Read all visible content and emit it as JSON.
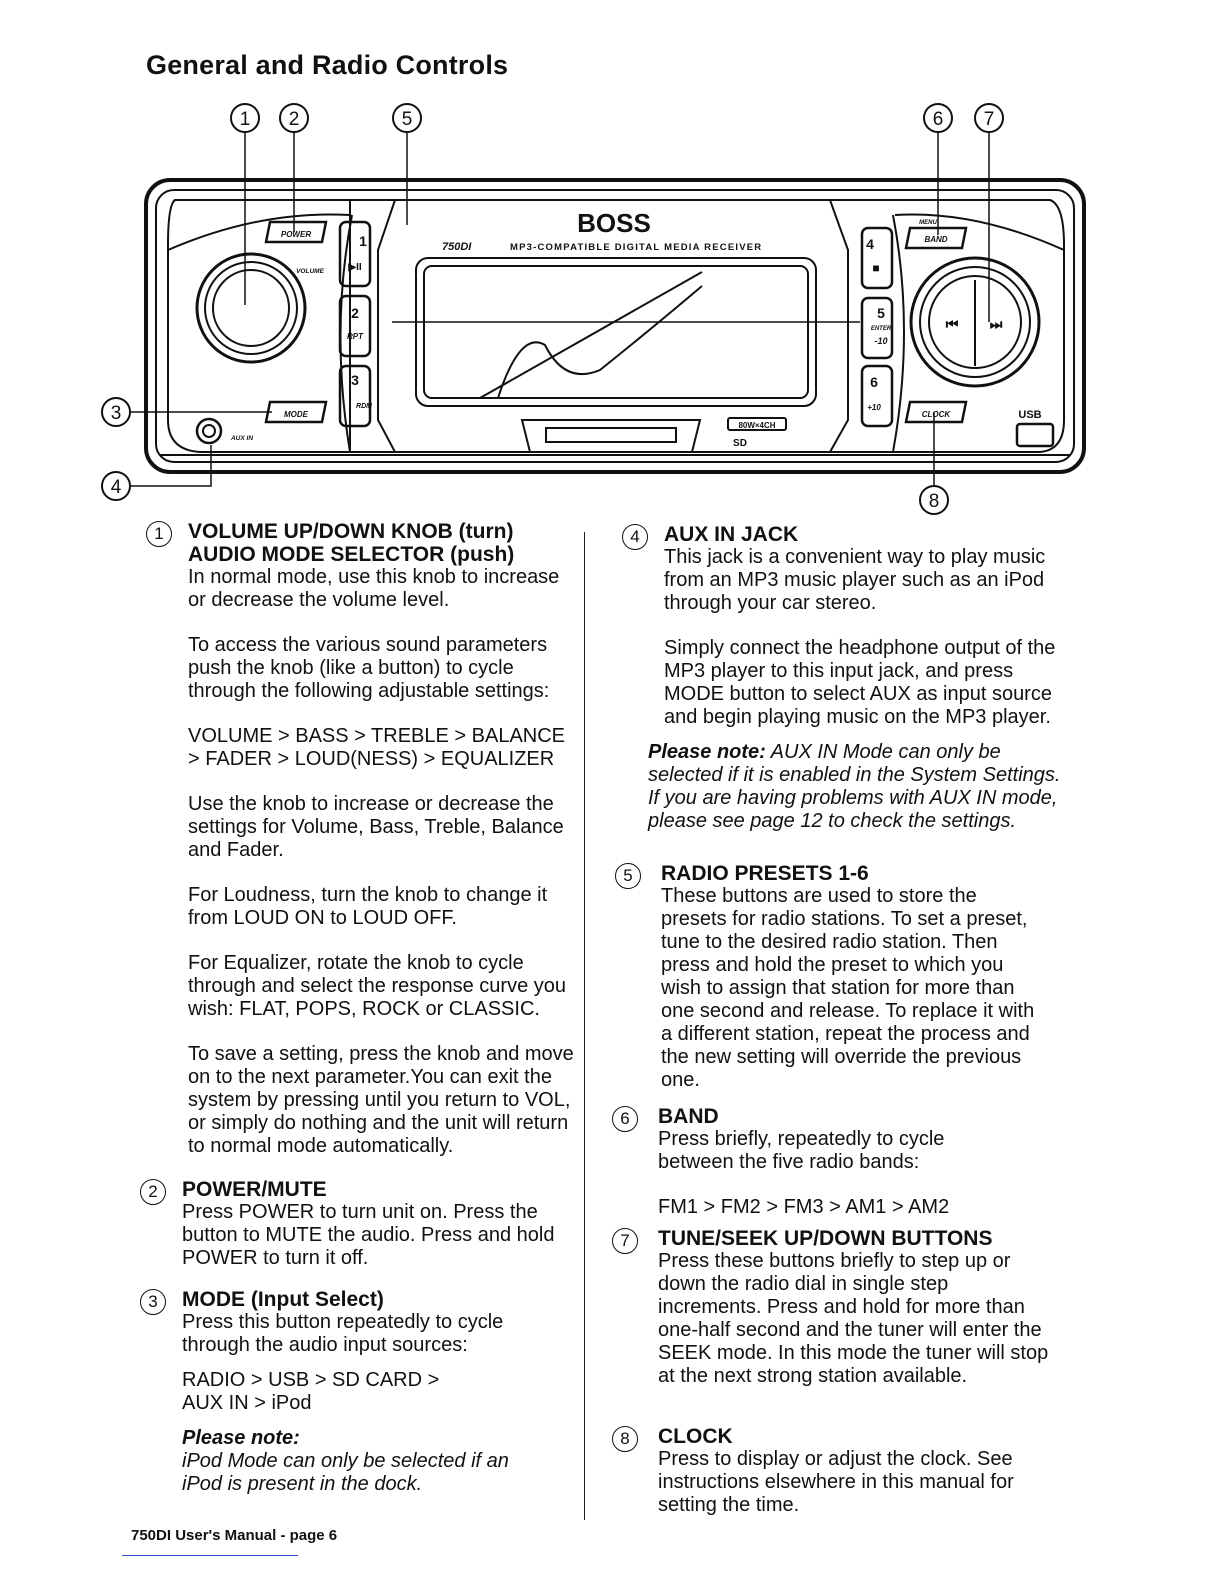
{
  "page": {
    "title": "General and Radio Controls",
    "footer": "750DI User's Manual - page 6"
  },
  "diagram": {
    "brand": "BOSS",
    "model": "750DI",
    "tagline": "MP3-COMPATIBLE DIGITAL MEDIA RECEIVER",
    "callouts": [
      "1",
      "2",
      "3",
      "4",
      "5",
      "6",
      "7",
      "8"
    ],
    "buttons": {
      "power": "POWER",
      "volume": "VOLUME",
      "mode": "MODE",
      "aux_in": "AUX IN",
      "preset1": "1",
      "play_pause": "▶II",
      "preset2": "2",
      "rpt": "RPT",
      "preset3": "3",
      "rdm": "RDM",
      "preset4": "4",
      "stop": "■",
      "preset5": "5",
      "enter": "ENTER",
      "minus10": "-10",
      "preset6": "6",
      "plus10": "+10",
      "menu": "MENU",
      "band": "BAND",
      "clock": "CLOCK",
      "prev": "⏮",
      "next": "⏭",
      "usb": "USB",
      "power_badge": "80W×4CH",
      "sd": "SD"
    }
  },
  "sections": {
    "s1": {
      "num": "1",
      "heading1": "VOLUME UP/DOWN KNOB (turn)",
      "heading2": "AUDIO MODE SELECTOR (push)",
      "p1": "In normal mode, use this knob to increase or decrease the volume level.",
      "p2": "To access the various sound parameters push the knob (like a button) to cycle through the following adjustable settings:",
      "p3": "VOLUME > BASS > TREBLE > BALANCE > FADER > LOUD(NESS) > EQUALIZER",
      "p4": "Use the knob to increase or decrease the settings for Volume, Bass, Treble, Balance and Fader.",
      "p5": "For Loudness, turn the knob to change it from LOUD ON to LOUD OFF.",
      "p6": "For Equalizer, rotate the knob to cycle through and select the response curve you wish: FLAT, POPS, ROCK or CLASSIC.",
      "p7": "To save a setting, press the knob and move on to the next parameter.You can exit the system by pressing until you return to VOL, or simply do nothing and the unit will return to normal mode automatically."
    },
    "s2": {
      "num": "2",
      "heading": "POWER/MUTE",
      "p1": "Press POWER to turn unit on. Press the button to MUTE the audio. Press and hold POWER to turn it off."
    },
    "s3": {
      "num": "3",
      "heading": "MODE (Input Select)",
      "p1": "Press this button repeatedly to cycle through the audio input sources:",
      "p2": "RADIO > USB > SD CARD > AUX IN > iPod",
      "note_label": "Please note:",
      "note_text": "iPod Mode can only be selected if an iPod is present in the dock."
    },
    "s4": {
      "num": "4",
      "heading": "AUX IN JACK",
      "p1": "This jack is a convenient way to play music from an MP3 music player such as an iPod through your car stereo.",
      "p2": "Simply connect the headphone output of the MP3 player to this input jack, and press MODE button to select AUX as input source and begin playing music on the MP3 player.",
      "note_label": "Please note:",
      "note_text": "AUX IN Mode can only be selected if it is enabled in the System Settings. If you are having problems with AUX IN mode, please see page 12 to check the settings."
    },
    "s5": {
      "num": "5",
      "heading": "RADIO PRESETS 1-6",
      "p1": "These buttons are used to store the presets for radio stations. To set a preset, tune to the desired radio station. Then press and hold the preset to which you wish to assign that station for more than one second and release. To replace it with a different station, repeat the process and the new setting will override the previous one."
    },
    "s6": {
      "num": "6",
      "heading": "BAND",
      "p1": "Press briefly, repeatedly to cycle between the five radio bands:",
      "p2": "FM1 > FM2 > FM3 > AM1 > AM2"
    },
    "s7": {
      "num": "7",
      "heading": "TUNE/SEEK  UP/DOWN BUTTONS",
      "p1": "Press these buttons briefly to step up or down the radio dial in single step increments. Press and hold for more than one-half second and the tuner will enter the SEEK mode. In this mode the tuner will stop at the next strong station available."
    },
    "s8": {
      "num": "8",
      "heading": "CLOCK",
      "p1": "Press to display or adjust the clock. See instructions elsewhere in this manual for setting the time."
    }
  }
}
